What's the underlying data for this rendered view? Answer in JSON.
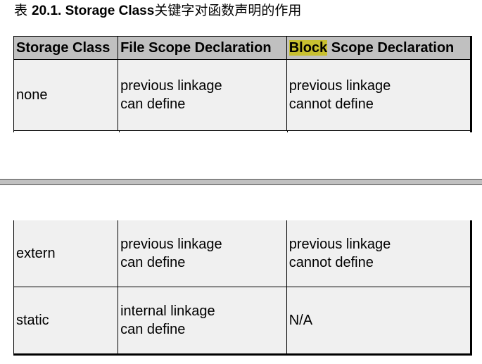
{
  "caption": {
    "label": "表 ",
    "number": "20.1. Storage Class",
    "rest": "关键字对函数声明的作用"
  },
  "table": {
    "headers": {
      "col1": "Storage Class",
      "col2": "File Scope Declaration",
      "col3_highlight": "Block",
      "col3_rest": " Scope Declaration"
    },
    "rows": [
      {
        "storage_class": "none",
        "file_scope": [
          "previous linkage",
          "can define"
        ],
        "block_scope": [
          "previous linkage",
          "cannot define"
        ]
      },
      {
        "storage_class": "extern",
        "file_scope": [
          "previous linkage",
          "can define"
        ],
        "block_scope": [
          "previous linkage",
          "cannot define"
        ]
      },
      {
        "storage_class": "static",
        "file_scope": [
          "internal linkage",
          "can define"
        ],
        "block_scope": [
          "N/A"
        ]
      }
    ]
  },
  "colors": {
    "header_bg": "#c0c0c0",
    "cell_bg": "#f0f0f0",
    "highlight": "#c8c030",
    "page_break": "#c0c0c0"
  }
}
